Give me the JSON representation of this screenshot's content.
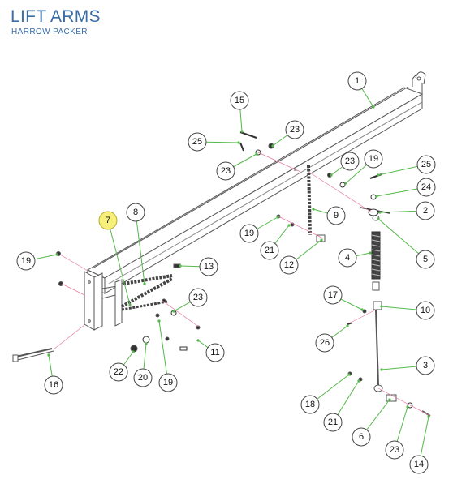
{
  "header": {
    "title": "LIFT ARMS",
    "subtitle": "HARROW PACKER"
  },
  "colors": {
    "title": "#3a6ea5",
    "leader": "#55b84a",
    "part_line": "#555555",
    "highlight_fill": "#f6f07a",
    "highlight_stroke": "#b8ac2e"
  },
  "callouts": [
    {
      "id": "c1",
      "number": "1"
    },
    {
      "id": "c2",
      "number": "2"
    },
    {
      "id": "c3",
      "number": "3"
    },
    {
      "id": "c4",
      "number": "4"
    },
    {
      "id": "c5",
      "number": "5"
    },
    {
      "id": "c6",
      "number": "6"
    },
    {
      "id": "c7",
      "number": "7",
      "highlighted": true
    },
    {
      "id": "c8",
      "number": "8"
    },
    {
      "id": "c9",
      "number": "9"
    },
    {
      "id": "c10",
      "number": "10"
    },
    {
      "id": "c11",
      "number": "11"
    },
    {
      "id": "c12",
      "number": "12"
    },
    {
      "id": "c13",
      "number": "13"
    },
    {
      "id": "c14",
      "number": "14"
    },
    {
      "id": "c15",
      "number": "15"
    },
    {
      "id": "c16",
      "number": "16"
    },
    {
      "id": "c17",
      "number": "17"
    },
    {
      "id": "c18",
      "number": "18"
    },
    {
      "id": "c19a",
      "number": "19"
    },
    {
      "id": "c19b",
      "number": "19"
    },
    {
      "id": "c19c",
      "number": "19"
    },
    {
      "id": "c19d",
      "number": "19"
    },
    {
      "id": "c20",
      "number": "20"
    },
    {
      "id": "c21a",
      "number": "21"
    },
    {
      "id": "c21b",
      "number": "21"
    },
    {
      "id": "c22",
      "number": "22"
    },
    {
      "id": "c23a",
      "number": "23"
    },
    {
      "id": "c23b",
      "number": "23"
    },
    {
      "id": "c23c",
      "number": "23"
    },
    {
      "id": "c23d",
      "number": "23"
    },
    {
      "id": "c23e",
      "number": "23"
    },
    {
      "id": "c24",
      "number": "24"
    },
    {
      "id": "c25a",
      "number": "25"
    },
    {
      "id": "c25b",
      "number": "25"
    },
    {
      "id": "c26",
      "number": "26"
    }
  ]
}
